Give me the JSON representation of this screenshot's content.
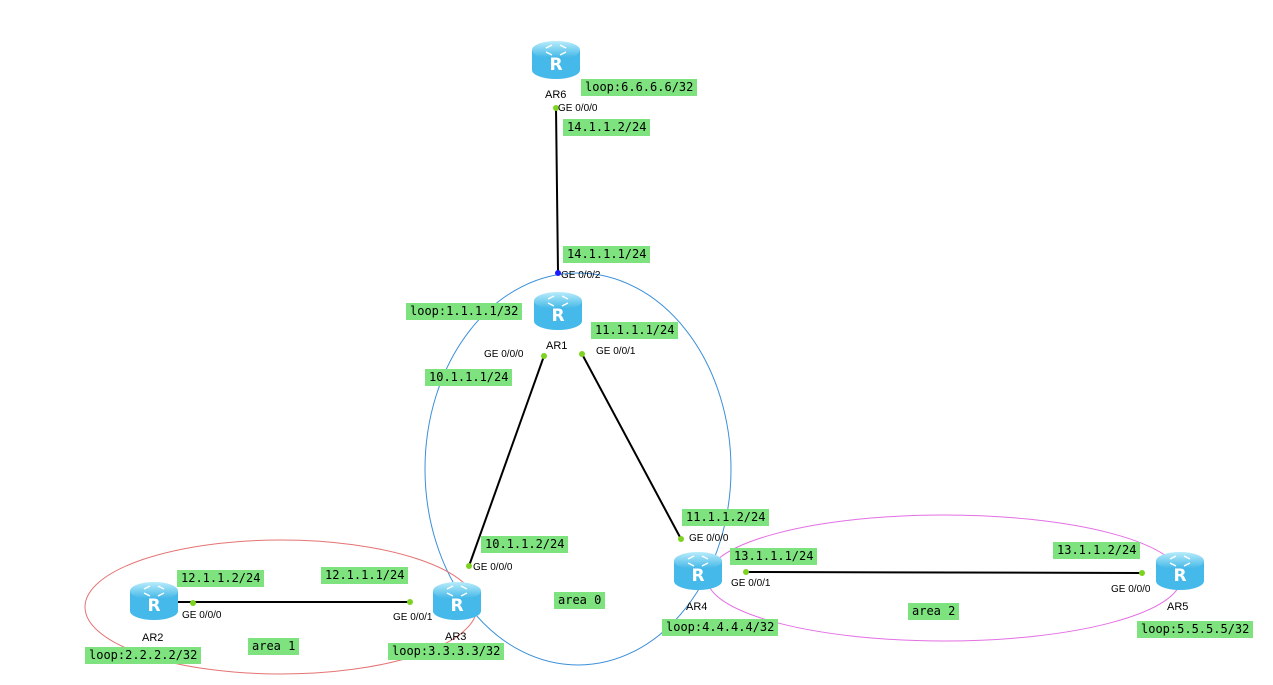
{
  "routers": [
    {
      "name": "AR6"
    },
    {
      "name": "AR1"
    },
    {
      "name": "AR2"
    },
    {
      "name": "AR3"
    },
    {
      "name": "AR4"
    },
    {
      "name": "AR5"
    }
  ],
  "ports": {
    "ar6_ge000": "GE 0/0/0",
    "ar1_ge002": "GE 0/0/2",
    "ar1_ge000": "GE 0/0/0",
    "ar1_ge001": "GE 0/0/1",
    "ar3_ge000": "GE 0/0/0",
    "ar3_ge001": "GE 0/0/1",
    "ar2_ge000": "GE 0/0/0",
    "ar4_ge000": "GE 0/0/0",
    "ar4_ge001": "GE 0/0/1",
    "ar5_ge000": "GE 0/0/0"
  },
  "ip_labels": {
    "ar6_loop": "loop:6.6.6.6/32",
    "ar6_link": "14.1.1.2/24",
    "ar1_to_ar6": "14.1.1.1/24",
    "ar1_loop": "loop:1.1.1.1/32",
    "ar1_to_ar4": "11.1.1.1/24",
    "ar1_to_ar3": "10.1.1.1/24",
    "ar4_to_ar1": "11.1.1.2/24",
    "ar3_to_ar1": "10.1.1.2/24",
    "ar4_to_ar5": "13.1.1.1/24",
    "ar5_to_ar4": "13.1.1.2/24",
    "ar2_to_ar3": "12.1.1.2/24",
    "ar3_to_ar2": "12.1.1.1/24",
    "ar2_loop": "loop:2.2.2.2/32",
    "ar3_loop": "loop:3.3.3.3/32",
    "ar4_loop": "loop:4.4.4.4/32",
    "ar5_loop": "loop:5.5.5.5/32"
  },
  "areas": {
    "area0": "area 0",
    "area1": "area 1",
    "area2": "area 2"
  },
  "colors": {
    "label_bg": "#7ee27e",
    "area0": "#3a8fd9",
    "area1": "#e57373",
    "area2": "#e36fe3",
    "port_dot": "#7ed321",
    "port_dot_active": "#1a1aff",
    "router_body": "#5fc6ee"
  }
}
